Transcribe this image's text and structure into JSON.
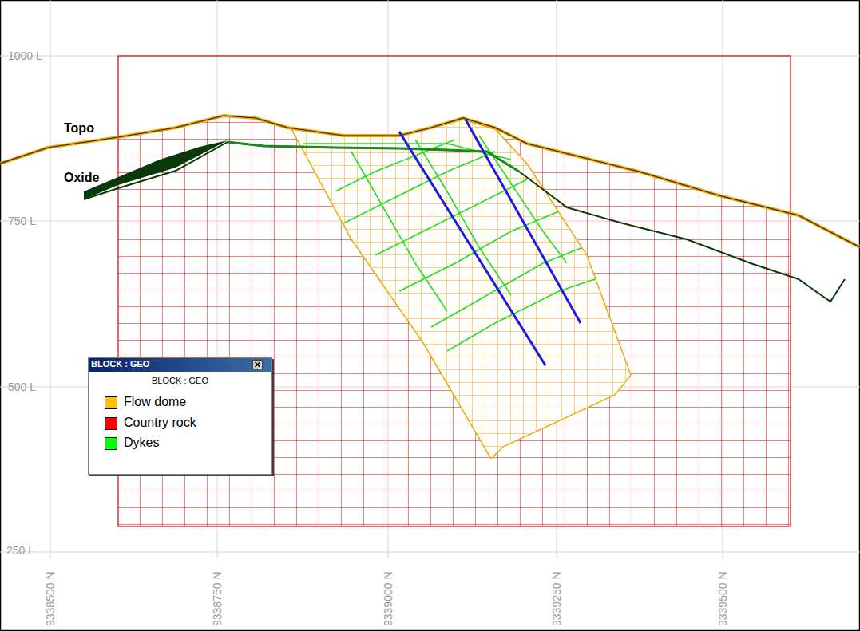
{
  "diagram": {
    "labels": [
      "1000 L",
      "750 L",
      "500 L",
      "250 L",
      "9338500 N",
      "9338750 N",
      "9339000 N",
      "9339250 N",
      "9339500 N",
      "Topo",
      "Oxide",
      "BLOCK : GEO",
      "BLOCK : GEO"
    ],
    "legend": [
      {
        "text": "Flow dome",
        "color": "#ffc000"
      },
      {
        "text": "Country rock",
        "color": "#ff0000"
      },
      {
        "text": "Dykes",
        "color": "#00ff00"
      }
    ]
  }
}
